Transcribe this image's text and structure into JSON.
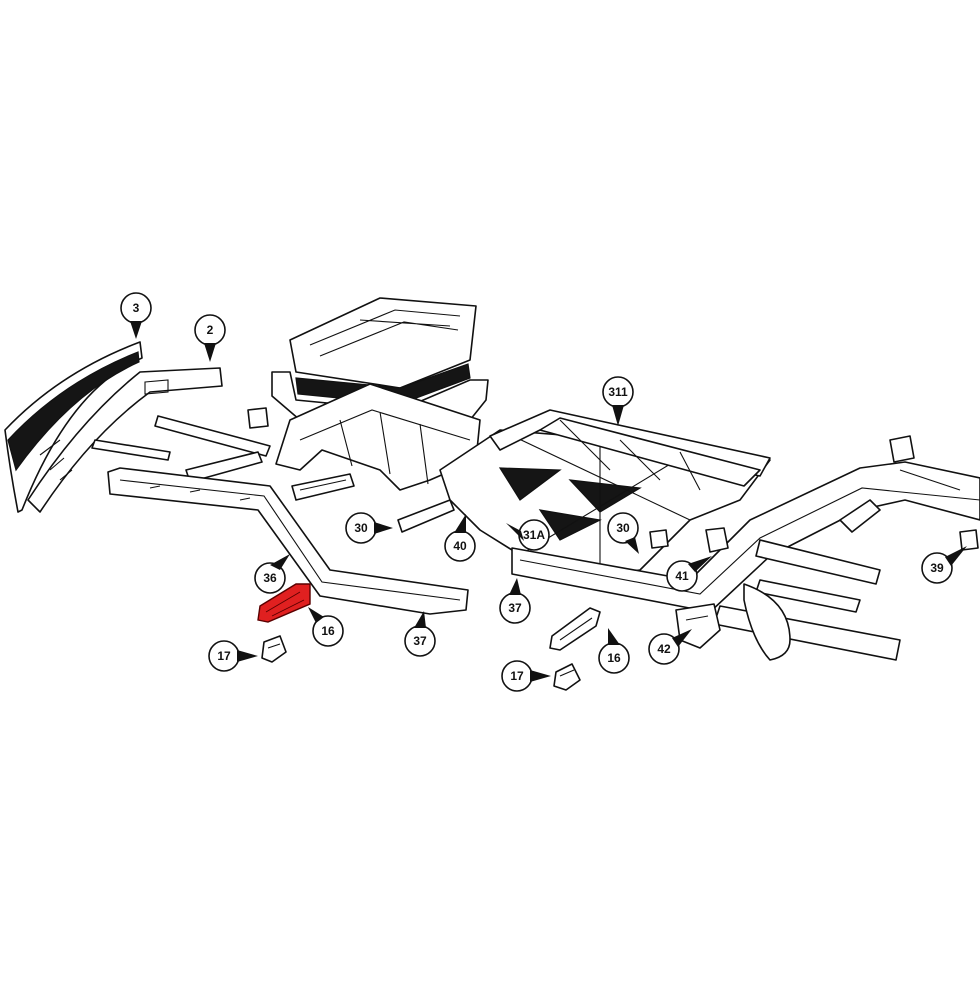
{
  "highlight_color": "#e02020",
  "line_color": "#111111",
  "callouts": [
    {
      "id": "c3",
      "label": "3"
    },
    {
      "id": "c2",
      "label": "2"
    },
    {
      "id": "c311",
      "label": "311"
    },
    {
      "id": "c30a",
      "label": "30"
    },
    {
      "id": "c40",
      "label": "40"
    },
    {
      "id": "c31a",
      "label": "31A"
    },
    {
      "id": "c30b",
      "label": "30"
    },
    {
      "id": "c41",
      "label": "41"
    },
    {
      "id": "c39",
      "label": "39"
    },
    {
      "id": "c36",
      "label": "36"
    },
    {
      "id": "c16a",
      "label": "16"
    },
    {
      "id": "c37a",
      "label": "37"
    },
    {
      "id": "c37b",
      "label": "37"
    },
    {
      "id": "c17a",
      "label": "17"
    },
    {
      "id": "c16b",
      "label": "16"
    },
    {
      "id": "c42",
      "label": "42"
    },
    {
      "id": "c17b",
      "label": "17"
    }
  ]
}
